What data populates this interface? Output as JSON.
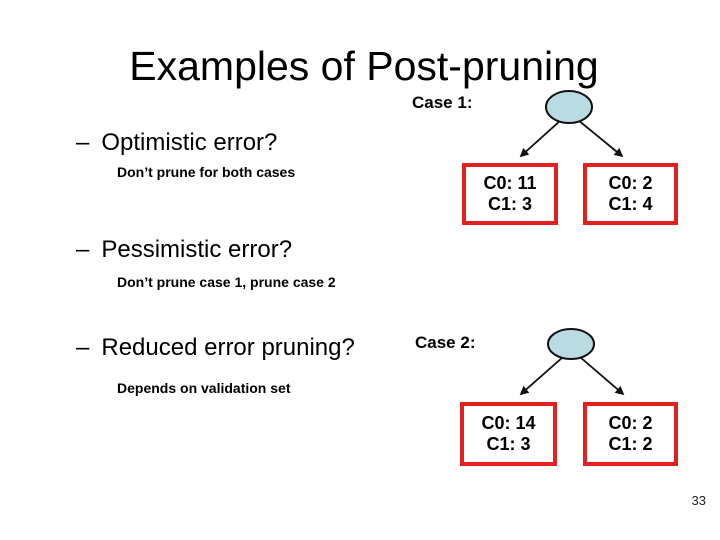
{
  "slide": {
    "title": "Examples of Post-pruning",
    "page_number": "33",
    "colors": {
      "node_fill": "#b9dbe2",
      "node_stroke": "#111111",
      "box_border": "#e32020",
      "text": "#000000"
    },
    "bullets": [
      {
        "dash": "–",
        "text": "Optimistic error?",
        "sub": "Don’t prune for both cases"
      },
      {
        "dash": "–",
        "text": "Pessimistic error?",
        "sub": "Don’t prune case 1, prune case 2"
      },
      {
        "dash": "–",
        "text": "Reduced error pruning?",
        "sub": "Depends on validation set"
      }
    ],
    "cases": [
      {
        "label": "Case 1:",
        "left_box": [
          "C0: 11",
          "C1: 3"
        ],
        "right_box": [
          "C0: 2",
          "C1: 4"
        ]
      },
      {
        "label": "Case 2:",
        "left_box": [
          "C0: 14",
          "C1: 3"
        ],
        "right_box": [
          "C0: 2",
          "C1: 2"
        ]
      }
    ]
  }
}
